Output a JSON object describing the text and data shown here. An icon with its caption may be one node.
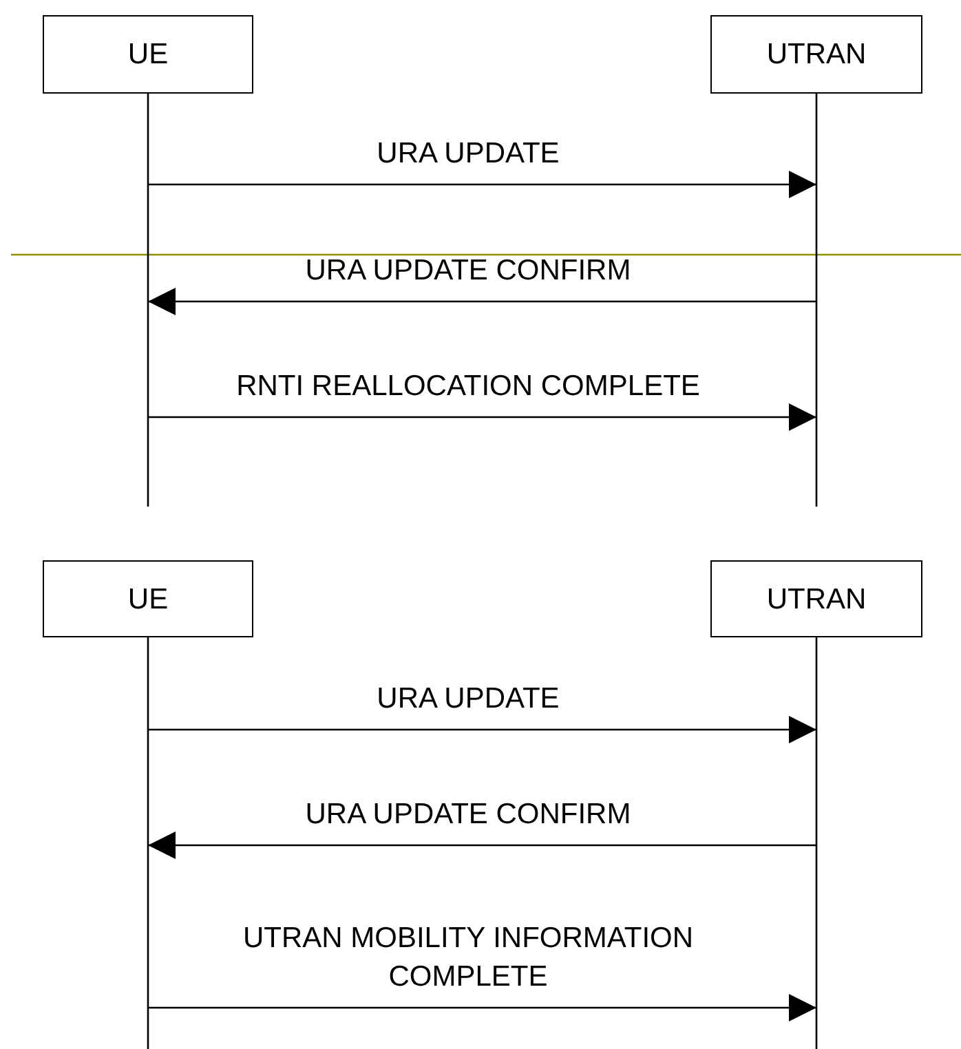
{
  "diagram": {
    "nodes": [
      {
        "text": [
          "UE"
        ]
      },
      {
        "text": [
          "UTRAN"
        ]
      },
      {
        "text": [
          "UE"
        ]
      },
      {
        "text": [
          "UTRAN"
        ]
      }
    ],
    "edges": [
      {
        "from": 0,
        "to": 1,
        "arrow": "to",
        "label": "URA UPDATE"
      },
      {
        "from": 1,
        "to": 0,
        "arrow": "to",
        "label": "URA UPDATE CONFIRM"
      },
      {
        "from": 0,
        "to": 1,
        "arrow": "to",
        "label": "RNTI REALLOCATION COMPLETE"
      },
      {
        "from": 2,
        "to": 3,
        "arrow": "to",
        "label": "URA UPDATE"
      },
      {
        "from": 3,
        "to": 2,
        "arrow": "to",
        "label": "URA UPDATE CONFIRM"
      },
      {
        "from": 2,
        "to": 3,
        "arrow": "to",
        "label": "UTRAN MOBILITY INFORMATION COMPLETE"
      }
    ]
  }
}
